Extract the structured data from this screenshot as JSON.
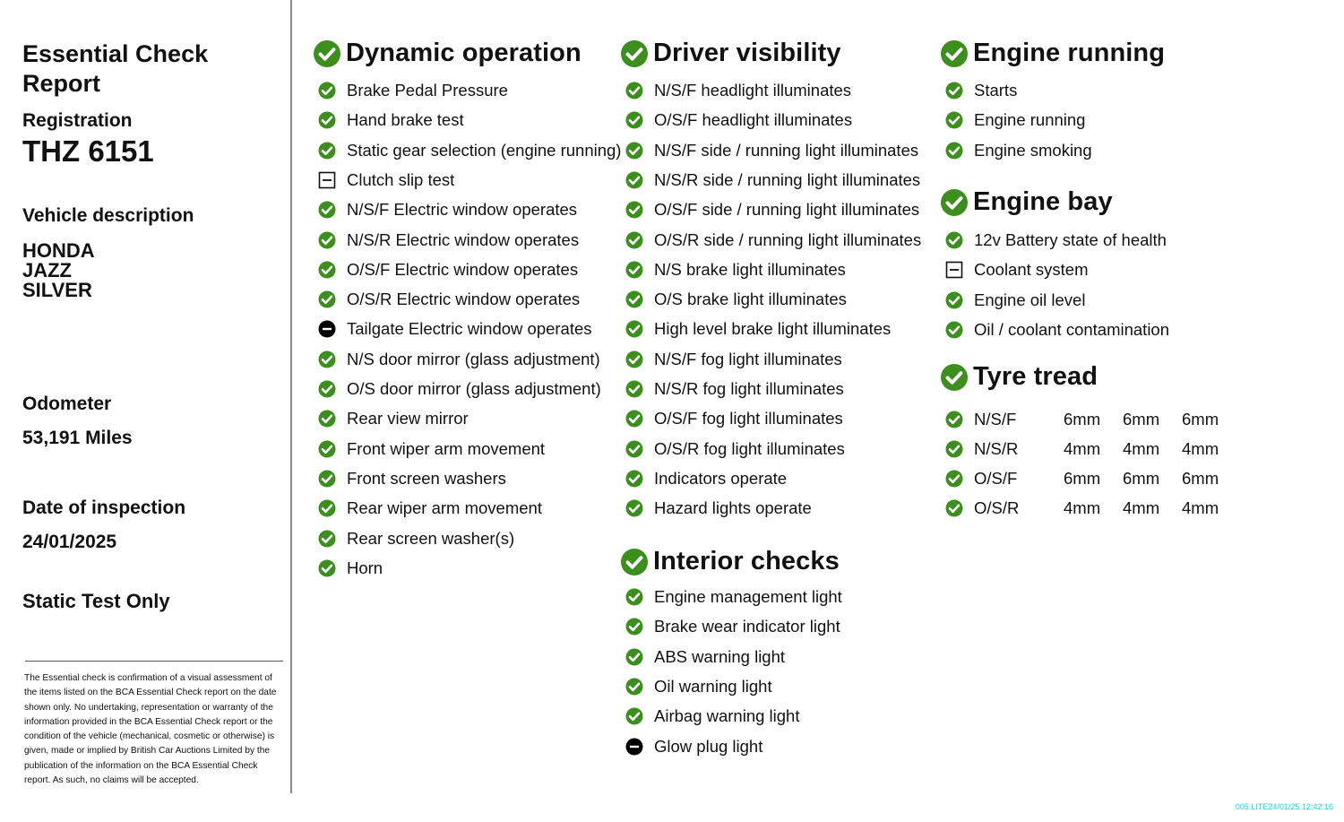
{
  "report": {
    "title": "Essential Check Report",
    "registration_label": "Registration",
    "registration": "THZ 6151",
    "vehicle_label": "Vehicle description",
    "vehicle_lines": [
      "HONDA",
      "JAZZ",
      "SILVER"
    ],
    "odometer_label": "Odometer",
    "odometer": "53,191 Miles",
    "date_label": "Date of inspection",
    "date": "24/01/2025",
    "static_note": "Static Test Only",
    "disclaimer": "The Essential check is confirmation of a visual assessment of the items listed on the BCA Essential Check report on the date shown only. No undertaking, representation or warranty of the information provided in the BCA Essential Check report or the condition of the vehicle (mechanical, cosmetic or otherwise) is given, made or implied by British Car Auctions Limited by the publication of the information on the BCA Essential Check report. As such, no claims will be accepted.",
    "stamp": "005 LITE24/01/25 12:42:16"
  },
  "colors": {
    "pass": "#3c8f1c",
    "minus": "#000000",
    "text": "#111111",
    "stamp": "#27d0e6"
  },
  "sections": {
    "dynamic": {
      "title": "Dynamic operation",
      "items": [
        {
          "label": "Brake Pedal Pressure",
          "status": "pass"
        },
        {
          "label": "Hand brake test",
          "status": "pass"
        },
        {
          "label": "Static gear selection (engine running)",
          "status": "pass"
        },
        {
          "label": "Clutch slip test",
          "status": "na"
        },
        {
          "label": "N/S/F Electric window operates",
          "status": "pass"
        },
        {
          "label": "N/S/R Electric window operates",
          "status": "pass"
        },
        {
          "label": "O/S/F Electric window operates",
          "status": "pass"
        },
        {
          "label": "O/S/R Electric window operates",
          "status": "pass"
        },
        {
          "label": "Tailgate Electric window operates",
          "status": "minus"
        },
        {
          "label": "N/S door mirror (glass adjustment)",
          "status": "pass"
        },
        {
          "label": "O/S door mirror (glass adjustment)",
          "status": "pass"
        },
        {
          "label": "Rear view mirror",
          "status": "pass"
        },
        {
          "label": "Front wiper arm movement",
          "status": "pass"
        },
        {
          "label": "Front screen washers",
          "status": "pass"
        },
        {
          "label": "Rear wiper arm movement",
          "status": "pass"
        },
        {
          "label": "Rear screen washer(s)",
          "status": "pass"
        },
        {
          "label": "Horn",
          "status": "pass"
        }
      ]
    },
    "visibility": {
      "title": "Driver visibility",
      "items": [
        {
          "label": "N/S/F headlight illuminates",
          "status": "pass"
        },
        {
          "label": "O/S/F headlight illuminates",
          "status": "pass"
        },
        {
          "label": "N/S/F side / running light illuminates",
          "status": "pass"
        },
        {
          "label": "N/S/R side / running light illuminates",
          "status": "pass"
        },
        {
          "label": "O/S/F side / running light illuminates",
          "status": "pass"
        },
        {
          "label": "O/S/R side / running light illuminates",
          "status": "pass"
        },
        {
          "label": "N/S brake light illuminates",
          "status": "pass"
        },
        {
          "label": "O/S brake light illuminates",
          "status": "pass"
        },
        {
          "label": "High level brake light illuminates",
          "status": "pass"
        },
        {
          "label": "N/S/F fog light illuminates",
          "status": "pass"
        },
        {
          "label": "N/S/R fog light illuminates",
          "status": "pass"
        },
        {
          "label": "O/S/F fog light illuminates",
          "status": "pass"
        },
        {
          "label": "O/S/R fog light illuminates",
          "status": "pass"
        },
        {
          "label": "Indicators operate",
          "status": "pass"
        },
        {
          "label": "Hazard lights operate",
          "status": "pass"
        }
      ]
    },
    "interior": {
      "title": "Interior checks",
      "items": [
        {
          "label": "Engine management light",
          "status": "pass"
        },
        {
          "label": "Brake wear indicator light",
          "status": "pass"
        },
        {
          "label": "ABS warning light",
          "status": "pass"
        },
        {
          "label": "Oil warning light",
          "status": "pass"
        },
        {
          "label": "Airbag warning light",
          "status": "pass"
        },
        {
          "label": "Glow plug light",
          "status": "minus"
        }
      ]
    },
    "engine_running": {
      "title": "Engine running",
      "items": [
        {
          "label": "Starts",
          "status": "pass"
        },
        {
          "label": "Engine running",
          "status": "pass"
        },
        {
          "label": "Engine smoking",
          "status": "pass"
        }
      ]
    },
    "engine_bay": {
      "title": "Engine bay",
      "items": [
        {
          "label": "12v Battery state of health",
          "status": "pass"
        },
        {
          "label": "Coolant system",
          "status": "na"
        },
        {
          "label": "Engine oil level",
          "status": "pass"
        },
        {
          "label": "Oil / coolant contamination",
          "status": "pass"
        }
      ]
    },
    "tyre": {
      "title": "Tyre tread",
      "rows": [
        {
          "pos": "N/S/F",
          "depths": [
            "6mm",
            "6mm",
            "6mm"
          ],
          "status": "pass"
        },
        {
          "pos": "N/S/R",
          "depths": [
            "4mm",
            "4mm",
            "4mm"
          ],
          "status": "pass"
        },
        {
          "pos": "O/S/F",
          "depths": [
            "6mm",
            "6mm",
            "6mm"
          ],
          "status": "pass"
        },
        {
          "pos": "O/S/R",
          "depths": [
            "4mm",
            "4mm",
            "4mm"
          ],
          "status": "pass"
        }
      ]
    }
  }
}
